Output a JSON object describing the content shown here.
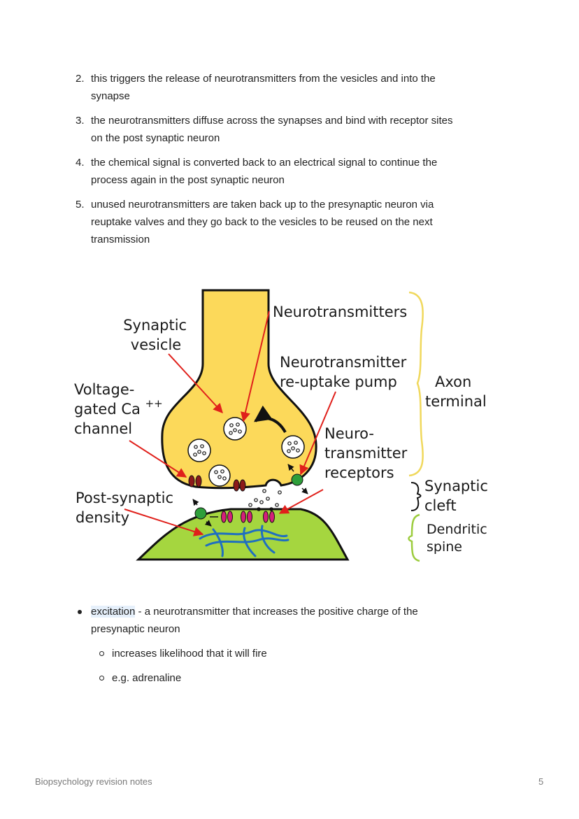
{
  "steps": [
    {
      "num": "2.",
      "lines": [
        "this triggers the release of neurotransmitters from the vesicles and into the",
        "synapse"
      ]
    },
    {
      "num": "3.",
      "lines": [
        "the neurotransmitters diffuse across the synapses and bind with receptor sites",
        "on the post synaptic neuron"
      ]
    },
    {
      "num": "4.",
      "lines": [
        "the chemical signal is converted back to an electrical signal to continue the",
        "process again in the post synaptic neuron"
      ]
    },
    {
      "num": "5.",
      "lines": [
        "unused neurotransmitters are taken back up to the presynaptic neuron via",
        "reuptake valves and they go back to the vesicles to be reused on the next",
        "transmission"
      ]
    }
  ],
  "diagram": {
    "synaptic_vesicle": [
      "Synaptic",
      "vesicle"
    ],
    "neurotransmitters": "Neurotransmitters",
    "reuptake_pump": [
      "Neurotransmitter",
      "re-uptake pump"
    ],
    "voltage_gated": [
      "Voltage-",
      "gated Ca",
      "++",
      "channel"
    ],
    "axon_terminal": [
      "Axon",
      "terminal"
    ],
    "receptors": [
      "Neuro-",
      "transmitter",
      "receptors"
    ],
    "synaptic_cleft": [
      "Synaptic",
      "cleft"
    ],
    "post_synaptic_density": [
      "Post-synaptic",
      "density"
    ],
    "dendritic_spine": [
      "Dendritic",
      "spine"
    ],
    "colors": {
      "axon": "#fcd95a",
      "dendrite": "#a5d63f",
      "arrow": "#e0201b",
      "channel": "#8c1a1a",
      "receptor": "#d4207a",
      "pump": "#2e9e3a",
      "filament": "#1f6fc0"
    }
  },
  "bullets": {
    "term": "excitation",
    "rest_line1": " - a neurotransmitter that increases the positive charge of the",
    "line2": "presynaptic neuron",
    "subs": [
      "increases likelihood that it will fire",
      "e.g. adrenaline"
    ]
  },
  "footer": {
    "title": "Biopsychology revision notes",
    "page": "5"
  }
}
